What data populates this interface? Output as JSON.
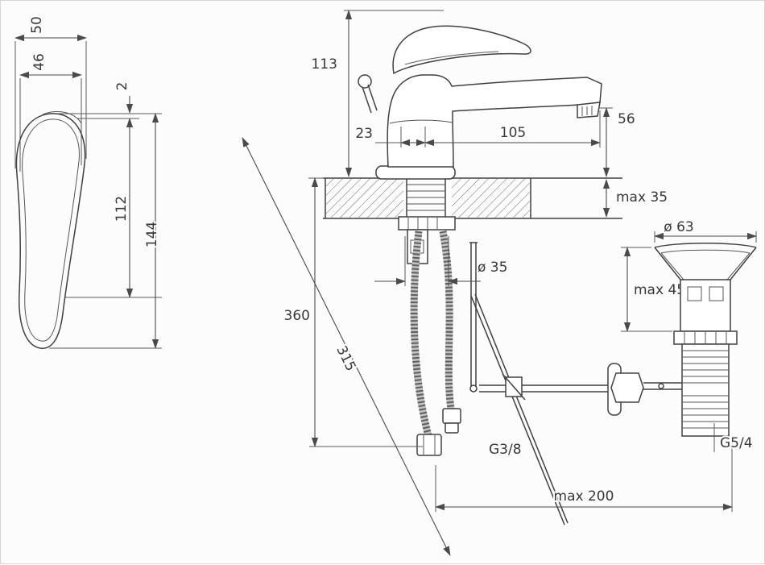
{
  "drawing": {
    "title": "basin-mixer-installation-drawing",
    "colors": {
      "line": "#4a4a4a",
      "text": "#383838",
      "background": "#fcfcfc"
    },
    "labels": {
      "handle_width_outer": "50",
      "handle_width_inner": "46",
      "handle_gap": "2",
      "handle_length": "112",
      "handle_total_height": "144",
      "body_height": "113",
      "axis_offset": "23",
      "spout_reach": "105",
      "spout_height": "56",
      "deck_thickness_max": "max 35",
      "hole_diameter": "ø 35",
      "hose_drop": "360",
      "rod_length": "315",
      "hose_thread": "G3/8",
      "reach_max": "max 200",
      "waste_diameter": "ø 63",
      "waste_depth_max": "max 45",
      "waste_thread": "G5/4"
    }
  }
}
